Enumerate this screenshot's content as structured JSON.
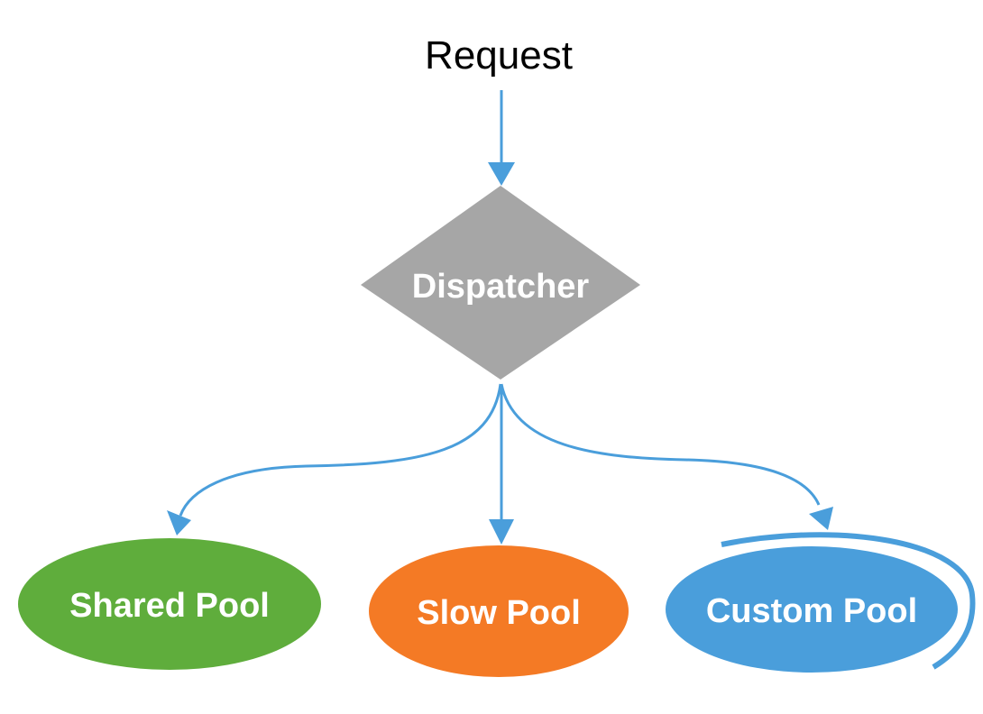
{
  "request": {
    "label": "Request"
  },
  "dispatcher": {
    "label": "Dispatcher",
    "color": "#a6a6a6"
  },
  "pools": [
    {
      "label": "Shared Pool",
      "color": "#5fad3c"
    },
    {
      "label": "Slow Pool",
      "color": "#f47a25"
    },
    {
      "label": "Custom Pool",
      "color": "#4a9edb"
    }
  ],
  "arrow_color": "#4a9edb"
}
